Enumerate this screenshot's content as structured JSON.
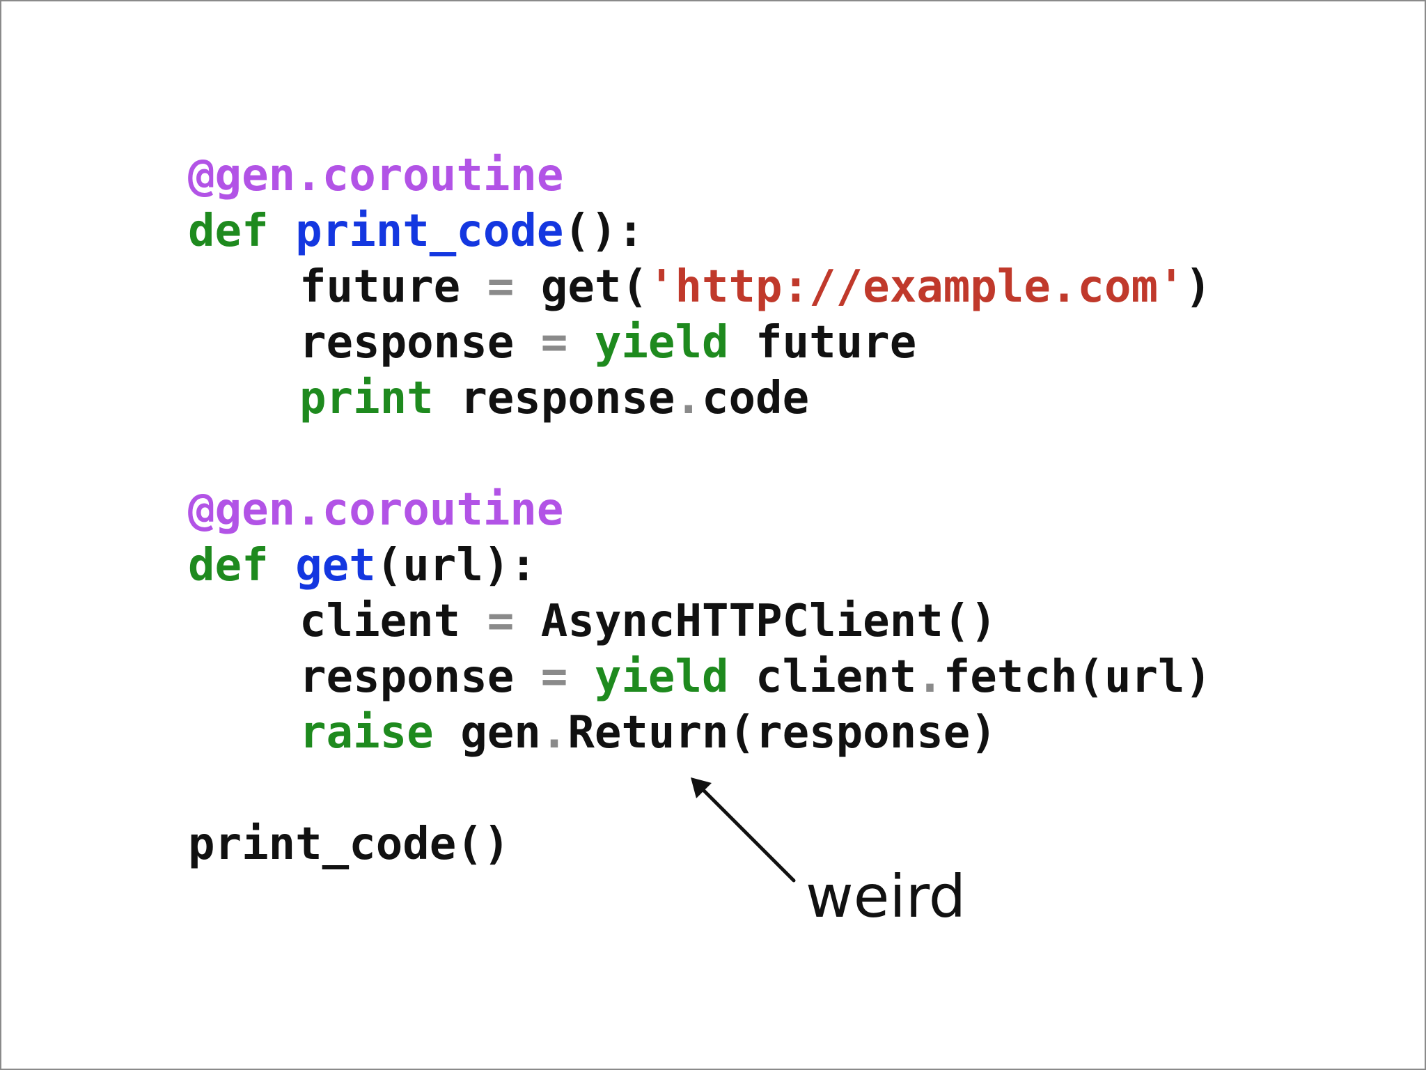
{
  "code_lines": [
    {
      "indent": 0,
      "tokens": [
        {
          "type": "decorator",
          "text": "@gen.coroutine"
        }
      ]
    },
    {
      "indent": 0,
      "tokens": [
        {
          "type": "keyword",
          "text": "def "
        },
        {
          "type": "funcname",
          "text": "print_code"
        },
        {
          "type": "plain",
          "text": "():"
        }
      ]
    },
    {
      "indent": 1,
      "tokens": [
        {
          "type": "plain",
          "text": "future "
        },
        {
          "type": "punct",
          "text": "="
        },
        {
          "type": "plain",
          "text": " get("
        },
        {
          "type": "string",
          "text": "'http://example.com'"
        },
        {
          "type": "plain",
          "text": ")"
        }
      ]
    },
    {
      "indent": 1,
      "tokens": [
        {
          "type": "plain",
          "text": "response "
        },
        {
          "type": "punct",
          "text": "="
        },
        {
          "type": "plain",
          "text": " "
        },
        {
          "type": "keyword",
          "text": "yield"
        },
        {
          "type": "plain",
          "text": " future"
        }
      ]
    },
    {
      "indent": 1,
      "tokens": [
        {
          "type": "keyword",
          "text": "print"
        },
        {
          "type": "plain",
          "text": " response"
        },
        {
          "type": "punct",
          "text": "."
        },
        {
          "type": "plain",
          "text": "code"
        }
      ]
    },
    {
      "blank": true
    },
    {
      "indent": 0,
      "tokens": [
        {
          "type": "decorator",
          "text": "@gen.coroutine"
        }
      ]
    },
    {
      "indent": 0,
      "tokens": [
        {
          "type": "keyword",
          "text": "def "
        },
        {
          "type": "funcname",
          "text": "get"
        },
        {
          "type": "plain",
          "text": "(url):"
        }
      ]
    },
    {
      "indent": 1,
      "tokens": [
        {
          "type": "plain",
          "text": "client "
        },
        {
          "type": "punct",
          "text": "="
        },
        {
          "type": "plain",
          "text": " AsyncHTTPClient()"
        }
      ]
    },
    {
      "indent": 1,
      "tokens": [
        {
          "type": "plain",
          "text": "response "
        },
        {
          "type": "punct",
          "text": "="
        },
        {
          "type": "plain",
          "text": " "
        },
        {
          "type": "keyword",
          "text": "yield"
        },
        {
          "type": "plain",
          "text": " client"
        },
        {
          "type": "punct",
          "text": "."
        },
        {
          "type": "plain",
          "text": "fetch(url)"
        }
      ]
    },
    {
      "indent": 1,
      "tokens": [
        {
          "type": "keyword",
          "text": "raise"
        },
        {
          "type": "plain",
          "text": " gen"
        },
        {
          "type": "punct",
          "text": "."
        },
        {
          "type": "plain",
          "text": "Return(response)"
        }
      ]
    },
    {
      "blank": true
    },
    {
      "indent": 0,
      "tokens": [
        {
          "type": "plain",
          "text": "print_code()"
        }
      ]
    }
  ],
  "annotation": {
    "label": "weird",
    "icon": "arrow-up-left-icon"
  },
  "colors": {
    "decorator": "#b253e6",
    "keyword": "#1e8a1e",
    "funcname": "#1437e0",
    "string": "#c0392b",
    "punct": "#8a8a8a",
    "text": "#111111",
    "background": "#ffffff",
    "border": "#8a8a8a"
  }
}
